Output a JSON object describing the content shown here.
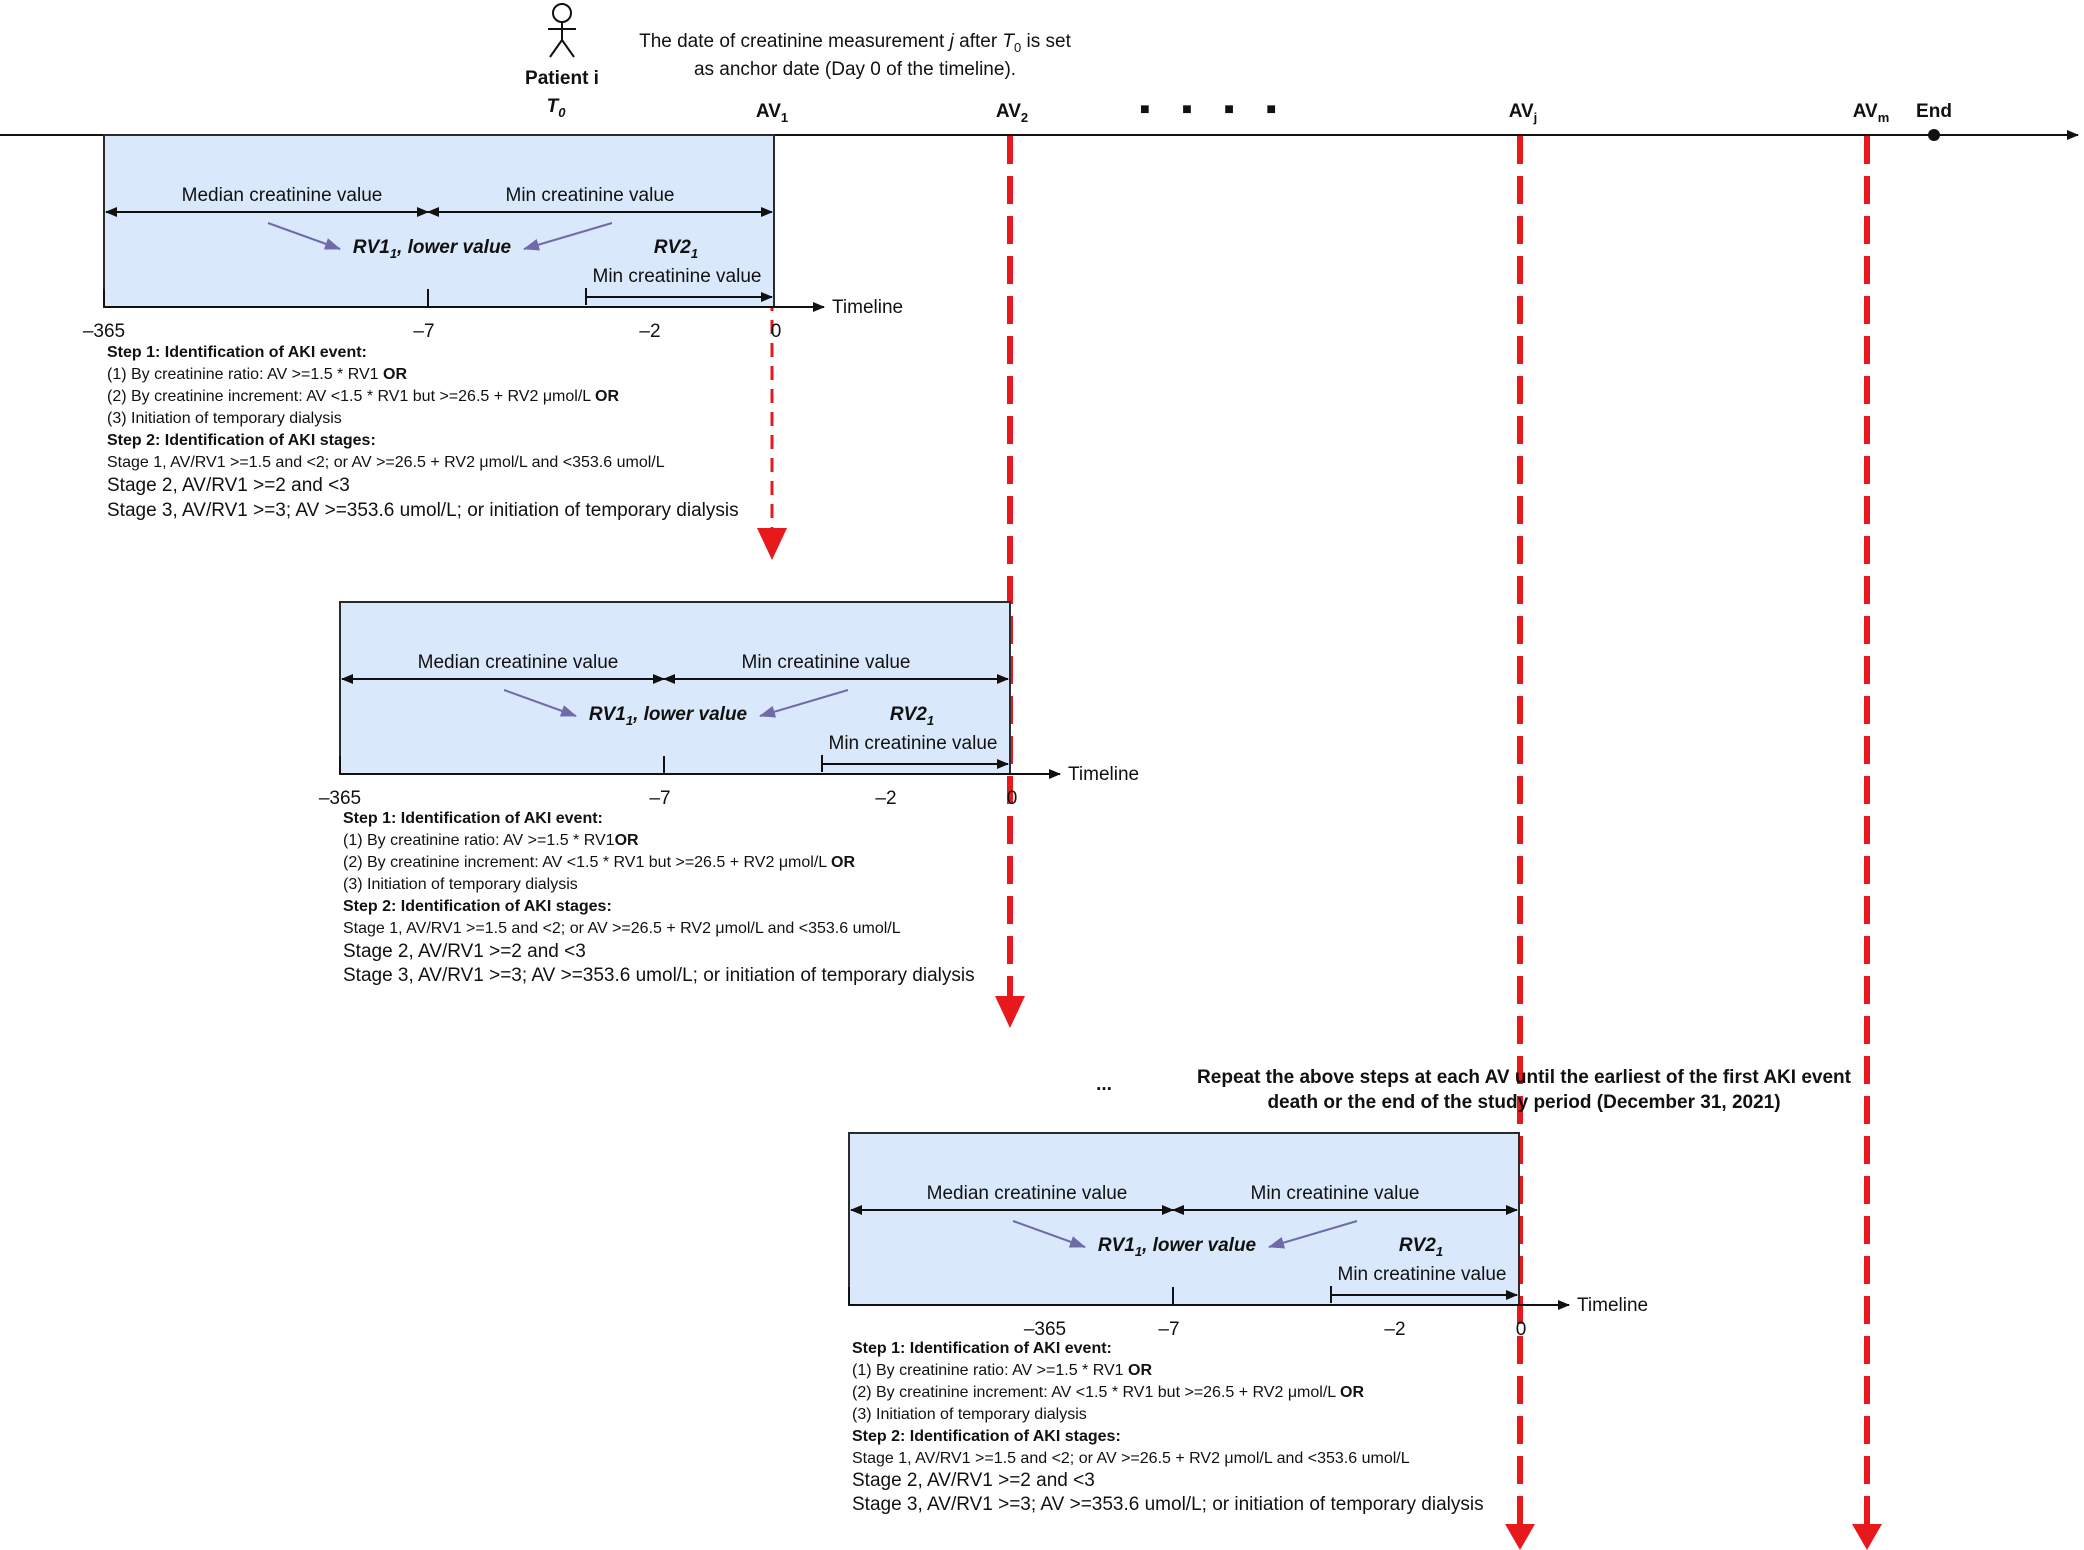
{
  "header": {
    "patient_label": "Patient i",
    "t0_label": "T",
    "t0_sub": "0",
    "anchor_text_line1_a": "The date of creatinine measurement ",
    "anchor_text_line1_j": "j",
    "anchor_text_line1_b": " after ",
    "anchor_text_line1_T": "T",
    "anchor_text_line1_T_sub": "0",
    "anchor_text_line1_c": " is set",
    "anchor_text_line2": "as anchor date (Day 0 of the timeline)."
  },
  "main_axis": {
    "av1_label": "AV",
    "av1_sub": "1",
    "av2_label": "AV",
    "av2_sub": "2",
    "avj_label": "AV",
    "avj_sub": "j",
    "avm_label": "AV",
    "avm_sub": "m",
    "ellipsis": "■ ■ ■ ■",
    "end_label": "End"
  },
  "panel": {
    "median_label": "Median creatinine value",
    "min_label": "Min creatinine value",
    "rv1_a": "RV1",
    "rv1_sub": "1",
    "rv1_b": ", lower value",
    "rv2_a": "RV2",
    "rv2_sub": "1",
    "rv2_min_label": "Min creatinine value",
    "timeline_label": "Timeline",
    "tick_365": "–365",
    "tick_7": "–7",
    "tick_2": "–2",
    "tick_0": "0"
  },
  "criteria_1": {
    "step1": "Step 1: Identification of AKI event:",
    "item1_a": "(1) By creatinine ratio: AV >=1.5 * RV1 ",
    "item1_or": "OR",
    "item2_a": "(2) By creatinine increment: AV <1.5 * RV1 but >=26.5 + RV2 μmol/L ",
    "item2_or": "OR",
    "item3": "(3) Initiation of temporary dialysis",
    "step2": "Step 2: Identification of AKI stages:",
    "stage1": "Stage 1, AV/RV1 >=1.5 and <2; or AV >=26.5 + RV2 μmol/L and  <353.6 umol/L",
    "stage2": "Stage 2, AV/RV1 >=2 and <3",
    "stage3": "Stage 3, AV/RV1 >=3; AV >=353.6 umol/L; or initiation of temporary dialysis"
  },
  "criteria_2": {
    "step1": "Step 1: Identification of AKI event:",
    "item1_a": "(1) By creatinine ratio: AV >=1.5 * RV1",
    "item1_or": "OR",
    "item2_a": "(2) By creatinine increment: AV <1.5 * RV1 but >=26.5 + RV2 μmol/L ",
    "item2_or": "OR",
    "item3": "(3) Initiation of temporary dialysis",
    "step2": "Step 2: Identification of AKI stages:",
    "stage1": "Stage 1, AV/RV1 >=1.5 and <2; or AV >=26.5 + RV2 μmol/L and <353.6 umol/L",
    "stage2": "Stage 2, AV/RV1 >=2 and <3",
    "stage3": "Stage 3, AV/RV1 >=3; AV >=353.6 umol/L; or initiation of temporary dialysis"
  },
  "criteria_3": {
    "step1": "Step 1: Identification of AKI event:",
    "item1_a": "(1) By creatinine ratio: AV >=1.5 * RV1 ",
    "item1_or": "OR",
    "item2_a": "(2) By creatinine increment: AV <1.5 * RV1 but >=26.5 + RV2 μmol/L ",
    "item2_or": "OR",
    "item3": "(3) Initiation of temporary dialysis",
    "step2": "Step 2: Identification of AKI stages:",
    "stage1": "Stage 1, AV/RV1 >=1.5 and <2; or AV >=26.5 + RV2 μmol/L and  <353.6 umol/L",
    "stage2": "Stage 2, AV/RV1 >=2 and <3",
    "stage3": "Stage 3, AV/RV1 >=3; AV >=353.6 umol/L; or initiation of temporary dialysis"
  },
  "repeat": {
    "dots": "...",
    "line1": "Repeat the above steps at each AV until the earliest of the first AKI event",
    "line2": "death or the end of the study period (December 31, 2021)"
  },
  "colors": {
    "box_fill": "#dae8fc",
    "dashed_red": "#e8191c",
    "rv_arrow": "#6f6aa8",
    "line": "#111111"
  }
}
